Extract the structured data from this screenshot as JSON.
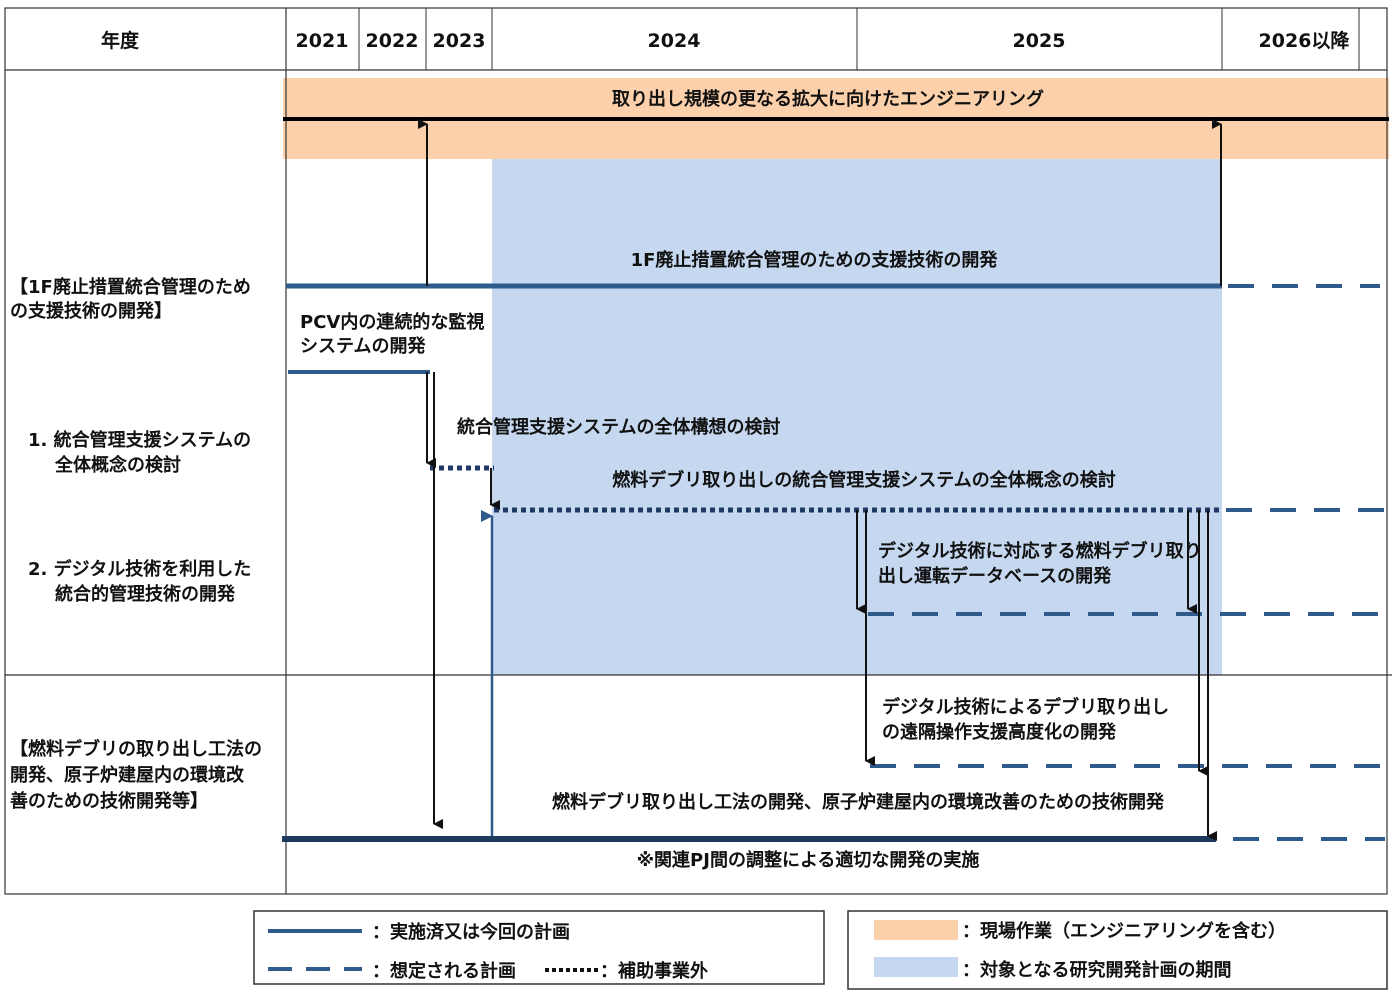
{
  "header": {
    "label": "年度",
    "years": [
      "2021",
      "2022",
      "2023",
      "2024",
      "2025",
      "2026以降"
    ]
  },
  "left_labels": {
    "section1": [
      "【1F廃止措置統合管理のため",
      "の支援技術の開発】"
    ],
    "item1": [
      "1. 統合管理支援システムの",
      "全体概念の検討"
    ],
    "item2": [
      "2. デジタル技術を利用した",
      "統合的管理技術の開発"
    ],
    "section2": [
      "【燃料デブリの取り出し工法の",
      "開発、原子炉建屋内の環境改",
      "善のための技術開発等】"
    ]
  },
  "bars": {
    "engineering": "取り出し規模の更なる拡大に向けたエンジニアリング",
    "support_tech": "1F廃止措置統合管理のための支援技術の開発",
    "pcv_monitor": [
      "PCV内の連続的な監視",
      "システムの開発"
    ],
    "overall_concept_study": "統合管理支援システムの全体構想の検討",
    "overall_concept_debris": "燃料デブリ取り出しの統合管理支援システムの全体概念の検討",
    "database": [
      "デジタル技術に対応する燃料デブリ取り",
      "出し運転データベースの開発"
    ],
    "remote_operation": [
      "デジタル技術によるデブリ取り出し",
      "の遠隔操作支援高度化の開発"
    ],
    "retrieval_method": "燃料デブリ取り出し工法の開発、原子炉建屋内の環境改善のための技術開発",
    "coordination_note": "※関連PJ間の調整による適切な開発の実施"
  },
  "legend": {
    "solid": "：実施済又は今回の計画",
    "dashed": "：想定される計画",
    "dotted": "：補助事業外",
    "orange": "：現場作業（エンジニアリングを含む）",
    "blue": "：対象となる研究開発計画の期間"
  },
  "colors": {
    "orange_band": "#fbd0ab",
    "blue_band": "#c5d8f0",
    "line_blue": "#2e5a8c",
    "line_navy": "#1f3864",
    "line_dark": "#1f3a5f"
  }
}
